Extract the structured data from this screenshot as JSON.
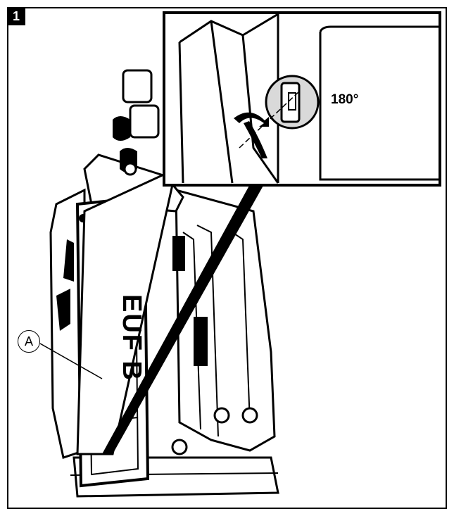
{
  "figure": {
    "step_number": "1",
    "part_callout": "A",
    "rotation_label": "180°",
    "brand_text": "EUF B"
  },
  "colors": {
    "line": "#000000",
    "paper": "#ffffff",
    "shade": "#d9d9d9"
  },
  "icons": [
    "rotate-arrow-icon"
  ]
}
